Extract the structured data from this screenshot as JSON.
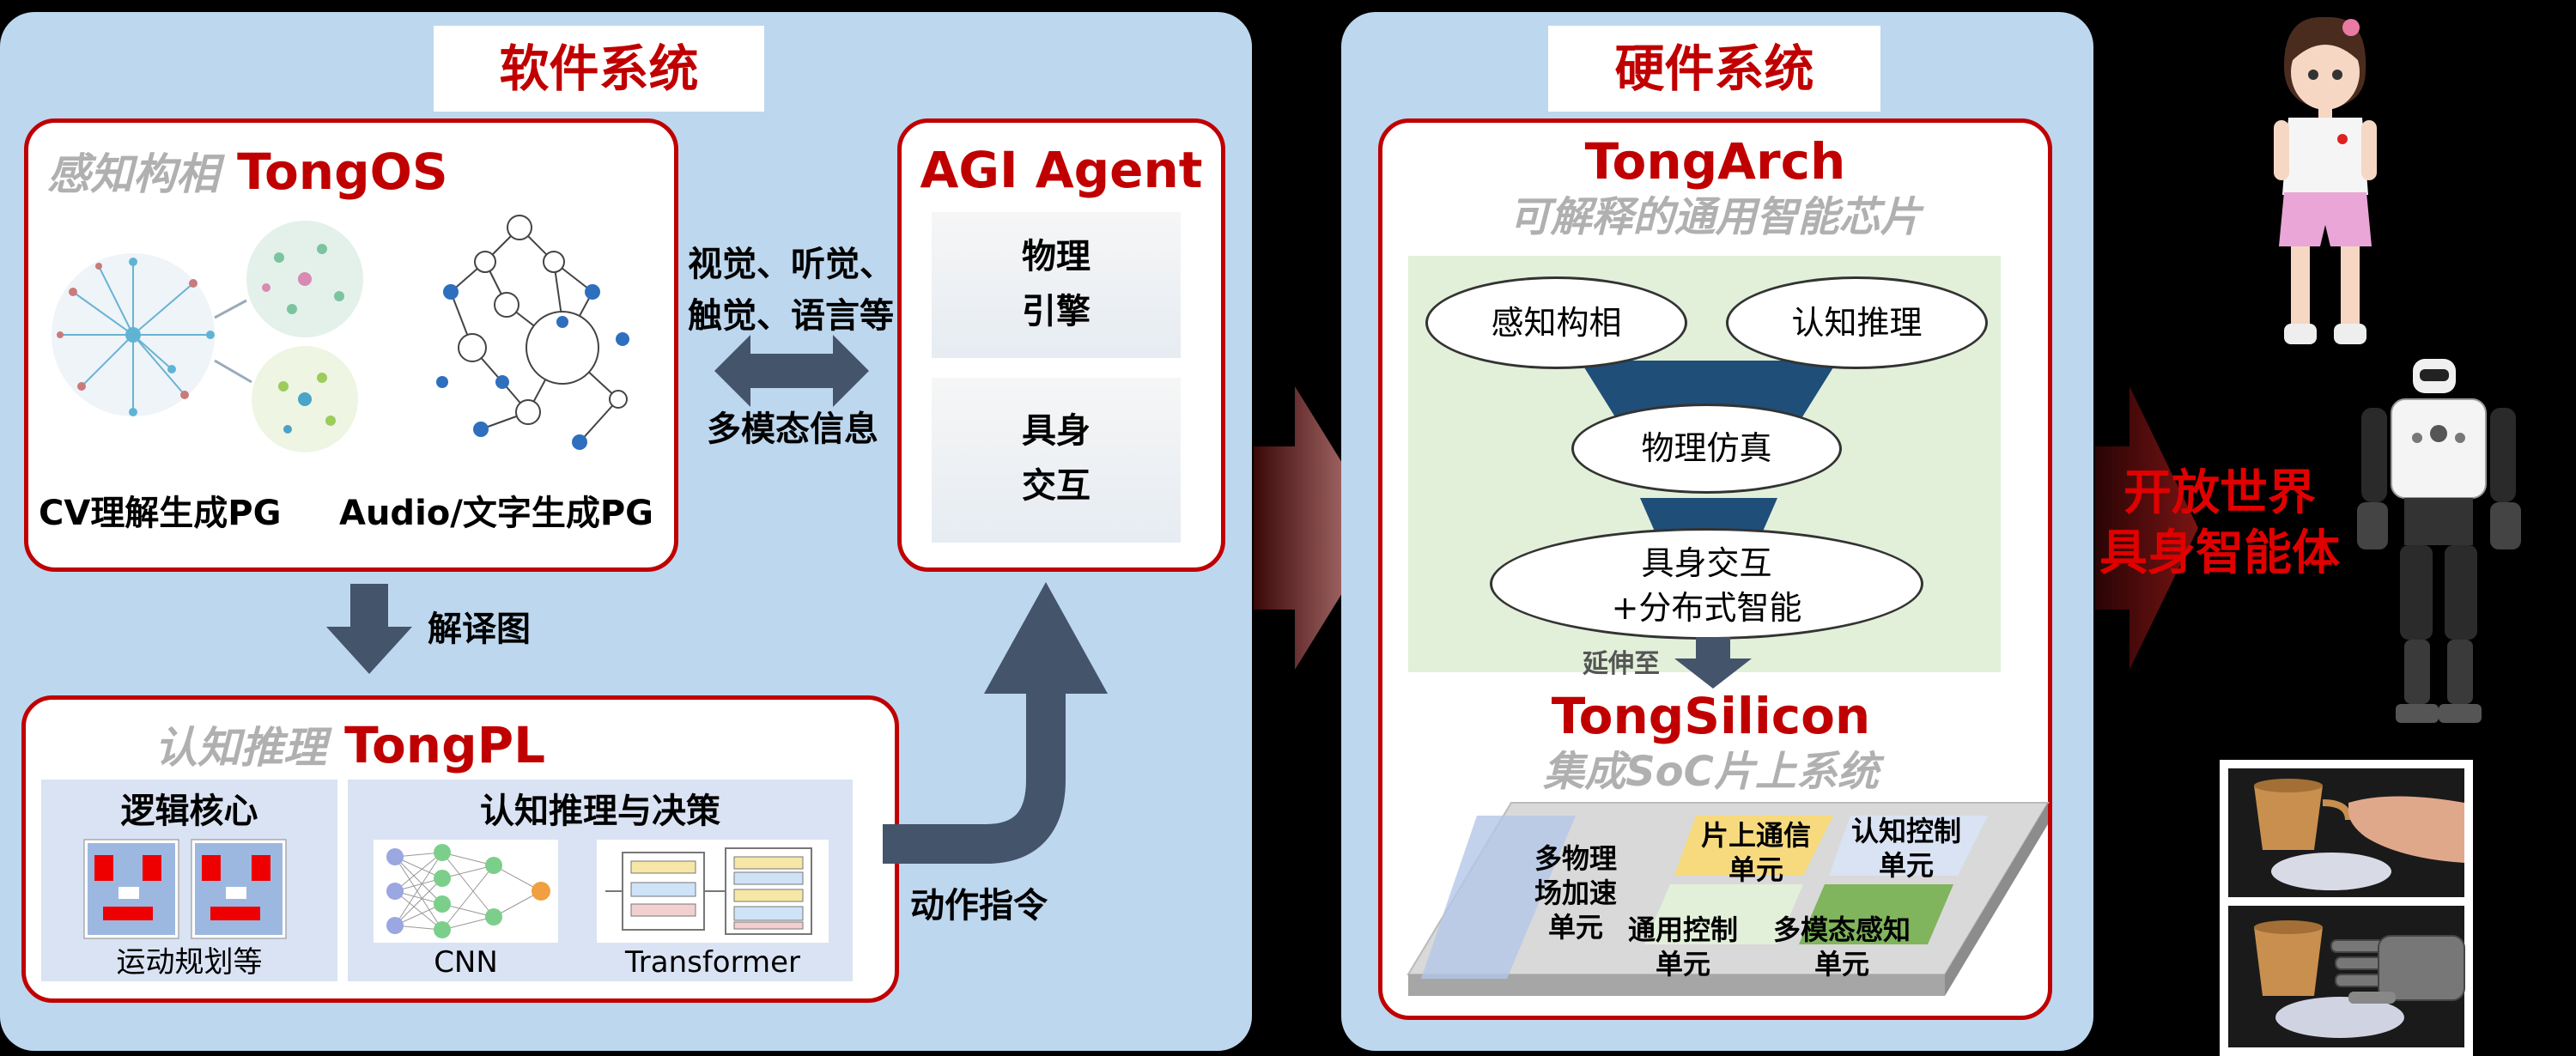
{
  "software": {
    "header": "软件系统",
    "tongos": {
      "prefix": "感知构相",
      "name": "TongOS",
      "cv_label": "CV理解生成PG",
      "audio_label": "Audio/文字生成PG"
    },
    "modalities_line1": "视觉、听觉、",
    "modalities_line2": "触觉、语言等",
    "multimodal": "多模态信息",
    "agent": {
      "title": "AGI Agent",
      "engine_line1": "物理",
      "engine_line2": "引擎",
      "embodied_line1": "具身",
      "embodied_line2": "交互"
    },
    "decode_label": "解译图",
    "tongpl": {
      "prefix": "认知推理",
      "name": "TongPL",
      "logic_title": "逻辑核心",
      "logic_caption": "运动规划等",
      "reasoning_title": "认知推理与决策",
      "cnn_caption": "CNN",
      "transformer_caption": "Transformer"
    },
    "action_label": "动作指令"
  },
  "hardware": {
    "header": "硬件系统",
    "tongarch": {
      "name": "TongArch",
      "subtitle": "可解释的通用智能芯片",
      "perception": "感知构相",
      "cognition": "认知推理",
      "physics": "物理仿真",
      "embodied_line1": "具身交互",
      "embodied_line2": "+分布式智能",
      "extend_label": "延伸至"
    },
    "tongsilicon": {
      "name": "TongSilicon",
      "subtitle": "集成SoC片上系统",
      "units": {
        "physics_accel_line1": "多物理",
        "physics_accel_line2": "场加速",
        "physics_accel_line3": "单元",
        "onchip_comm_line1": "片上通信",
        "onchip_comm_line2": "单元",
        "cognitive_ctrl_line1": "认知控制",
        "cognitive_ctrl_line2": "单元",
        "general_ctrl_line1": "通用控制",
        "general_ctrl_line2": "单元",
        "multimodal_line1": "多模态感知",
        "multimodal_line2": "单元"
      }
    }
  },
  "result": {
    "line1": "开放世界",
    "line2": "具身智能体"
  },
  "colors": {
    "panel_bg": "#bdd7ee",
    "accent_red": "#c00000",
    "arrow_slate": "#44546a",
    "funnel_blue": "#1f4e79",
    "green_bg": "#e2f0d9"
  }
}
